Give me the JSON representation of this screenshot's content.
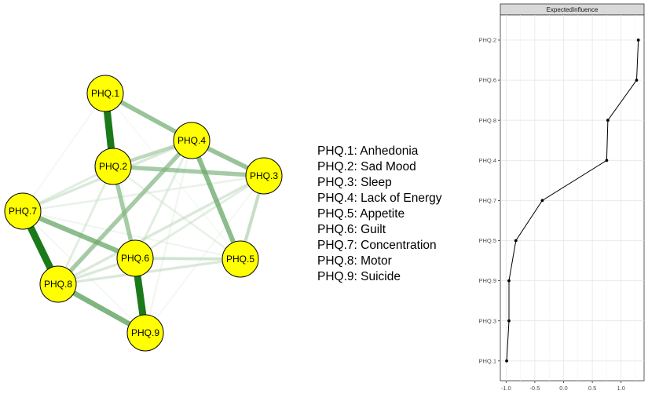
{
  "chart_data": [
    {
      "type": "network",
      "nodes": [
        {
          "id": "PHQ.1",
          "label": "PHQ.1"
        },
        {
          "id": "PHQ.2",
          "label": "PHQ.2"
        },
        {
          "id": "PHQ.3",
          "label": "PHQ.3"
        },
        {
          "id": "PHQ.4",
          "label": "PHQ.4"
        },
        {
          "id": "PHQ.5",
          "label": "PHQ.5"
        },
        {
          "id": "PHQ.6",
          "label": "PHQ.6"
        },
        {
          "id": "PHQ.7",
          "label": "PHQ.7"
        },
        {
          "id": "PHQ.8",
          "label": "PHQ.8"
        },
        {
          "id": "PHQ.9",
          "label": "PHQ.9"
        }
      ],
      "edges": [
        {
          "from": "PHQ.1",
          "to": "PHQ.2",
          "weight": 1.0
        },
        {
          "from": "PHQ.7",
          "to": "PHQ.8",
          "weight": 1.0
        },
        {
          "from": "PHQ.6",
          "to": "PHQ.9",
          "weight": 1.0
        },
        {
          "from": "PHQ.1",
          "to": "PHQ.4",
          "weight": 0.6
        },
        {
          "from": "PHQ.4",
          "to": "PHQ.3",
          "weight": 0.6
        },
        {
          "from": "PHQ.4",
          "to": "PHQ.5",
          "weight": 0.65
        },
        {
          "from": "PHQ.2",
          "to": "PHQ.3",
          "weight": 0.55
        },
        {
          "from": "PHQ.2",
          "to": "PHQ.4",
          "weight": 0.45
        },
        {
          "from": "PHQ.2",
          "to": "PHQ.6",
          "weight": 0.55
        },
        {
          "from": "PHQ.7",
          "to": "PHQ.6",
          "weight": 0.65
        },
        {
          "from": "PHQ.8",
          "to": "PHQ.9",
          "weight": 0.7
        },
        {
          "from": "PHQ.8",
          "to": "PHQ.4",
          "weight": 0.55
        },
        {
          "from": "PHQ.3",
          "to": "PHQ.5",
          "weight": 0.4
        },
        {
          "from": "PHQ.6",
          "to": "PHQ.5",
          "weight": 0.35
        },
        {
          "from": "PHQ.8",
          "to": "PHQ.5",
          "weight": 0.3
        },
        {
          "from": "PHQ.8",
          "to": "PHQ.3",
          "weight": 0.3
        },
        {
          "from": "PHQ.7",
          "to": "PHQ.2",
          "weight": 0.25
        },
        {
          "from": "PHQ.7",
          "to": "PHQ.4",
          "weight": 0.3
        },
        {
          "from": "PHQ.7",
          "to": "PHQ.3",
          "weight": 0.2
        },
        {
          "from": "PHQ.2",
          "to": "PHQ.8",
          "weight": 0.25
        },
        {
          "from": "PHQ.6",
          "to": "PHQ.3",
          "weight": 0.25
        },
        {
          "from": "PHQ.6",
          "to": "PHQ.4",
          "weight": 0.25
        },
        {
          "from": "PHQ.8",
          "to": "PHQ.6",
          "weight": 0.3
        },
        {
          "from": "PHQ.2",
          "to": "PHQ.5",
          "weight": 0.2
        },
        {
          "from": "PHQ.1",
          "to": "PHQ.7",
          "weight": 0.12
        },
        {
          "from": "PHQ.1",
          "to": "PHQ.6",
          "weight": 0.12
        },
        {
          "from": "PHQ.1",
          "to": "PHQ.5",
          "weight": 0.1
        },
        {
          "from": "PHQ.9",
          "to": "PHQ.4",
          "weight": 0.15
        },
        {
          "from": "PHQ.9",
          "to": "PHQ.3",
          "weight": 0.12
        },
        {
          "from": "PHQ.7",
          "to": "PHQ.5",
          "weight": 0.15
        },
        {
          "from": "PHQ.7",
          "to": "PHQ.9",
          "weight": 0.12
        }
      ],
      "legend": [
        "PHQ.1: Anhedonia",
        "PHQ.2: Sad Mood",
        "PHQ.3: Sleep",
        "PHQ.4: Lack of Energy",
        "PHQ.5: Appetite",
        "PHQ.6: Guilt",
        "PHQ.7: Concentration",
        "PHQ.8: Motor",
        "PHQ.9: Suicide"
      ],
      "edge_color": "#1a7a1a",
      "node_fill": "#ffff00"
    },
    {
      "type": "line",
      "panel_title": "ExpectedInfluence",
      "categories": [
        "PHQ.2",
        "PHQ.6",
        "PHQ.8",
        "PHQ.4",
        "PHQ.7",
        "PHQ.5",
        "PHQ.9",
        "PHQ.3",
        "PHQ.1"
      ],
      "values": [
        1.3,
        1.27,
        0.77,
        0.75,
        -0.37,
        -0.83,
        -0.95,
        -0.95,
        -0.99
      ],
      "xlim": [
        -1.1,
        1.4
      ],
      "xticks": [
        -1.0,
        -0.5,
        0.0,
        0.5,
        1.0
      ],
      "xtick_labels": [
        "-1.0",
        "-0.5",
        "0.0",
        "0.5",
        "1.0"
      ],
      "grid": true
    }
  ]
}
